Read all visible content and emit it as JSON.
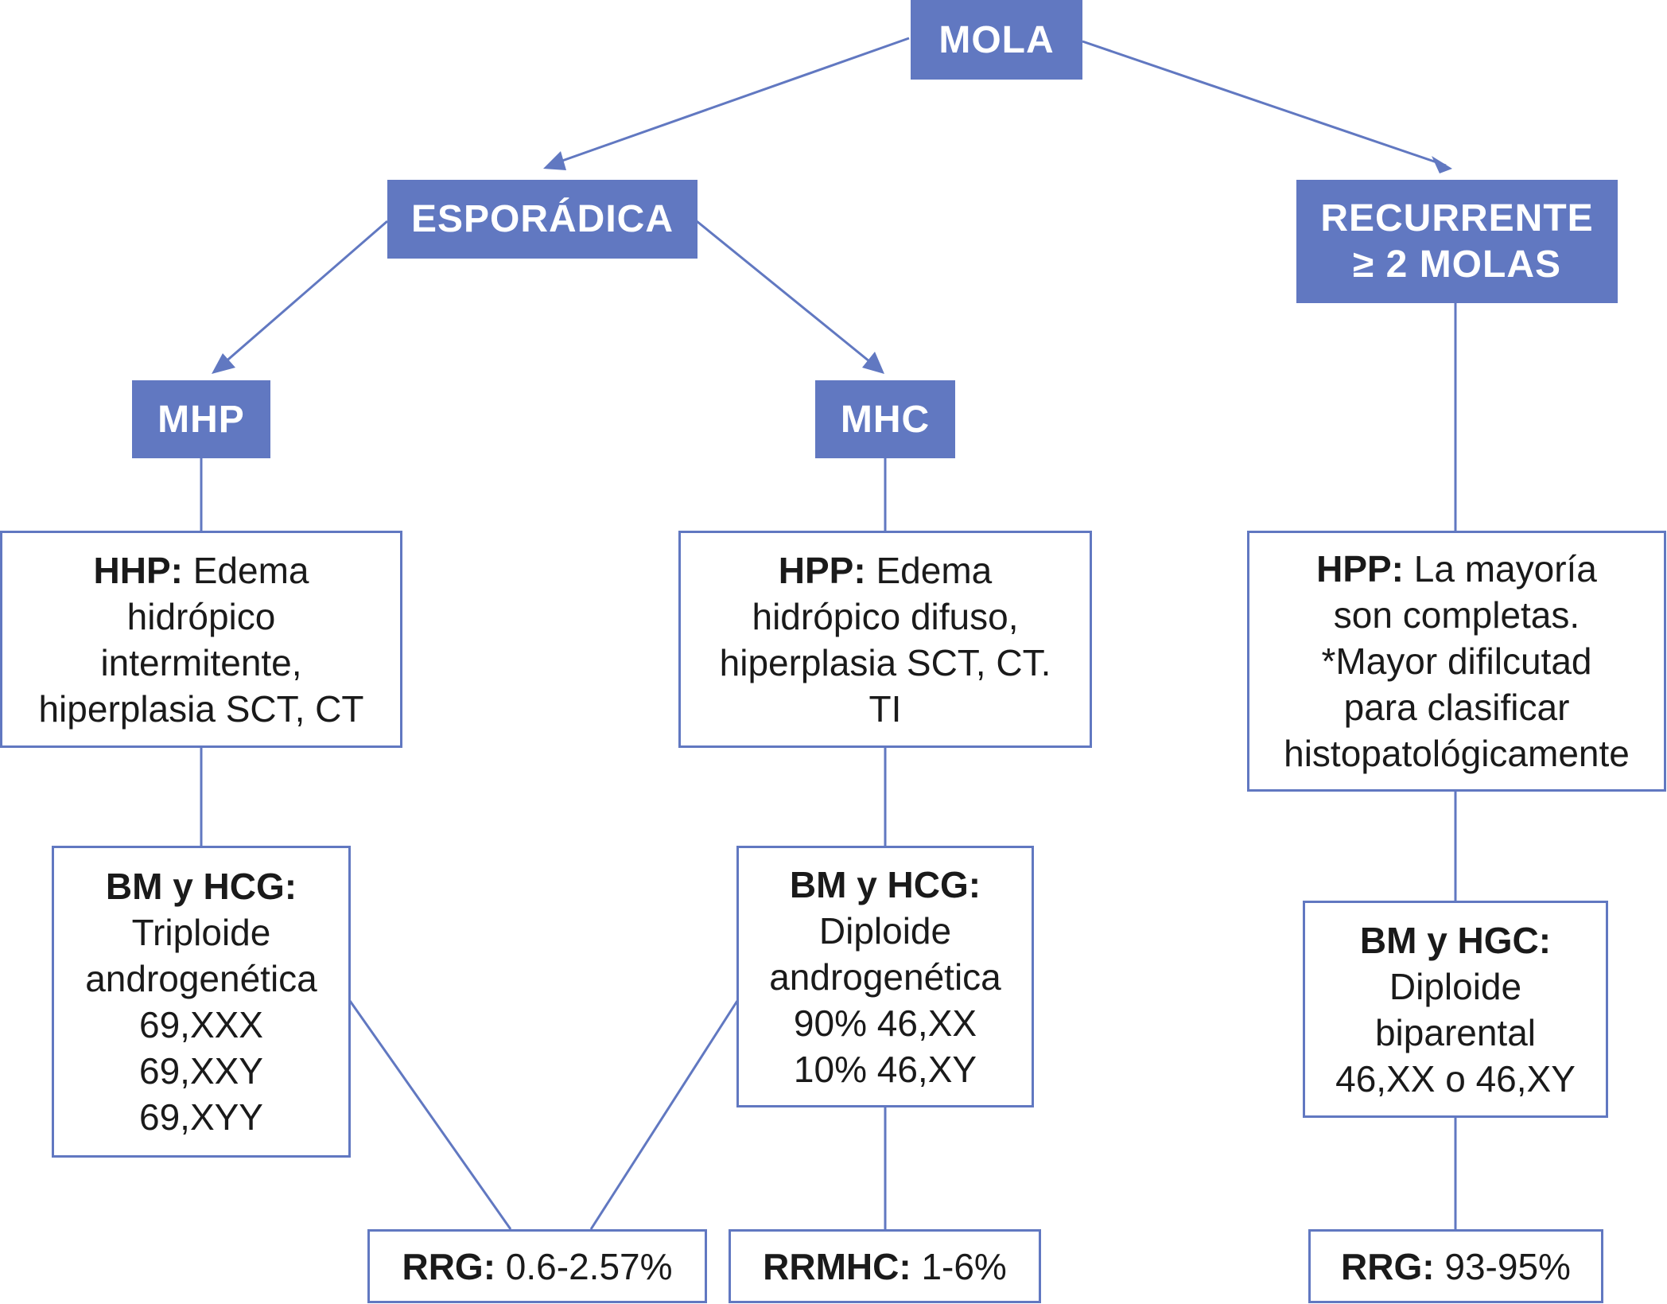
{
  "root": {
    "label": "MOLA"
  },
  "level1": {
    "sporadic": "ESPORÁDICA",
    "recurrent_line1": "RECURRENTE",
    "recurrent_line2": "≥ 2 MOLAS"
  },
  "level2": {
    "mhp": "MHP",
    "mhc": "MHC"
  },
  "hhp_box": {
    "label": "HHP:",
    "line1": " Edema",
    "line2": "hidrópico",
    "line3": "intermitente,",
    "line4": "hiperplasia SCT, CT"
  },
  "hpp_mhc_box": {
    "label": "HPP:",
    "line1": " Edema",
    "line2": "hidrópico difuso,",
    "line3": "hiperplasia SCT, CT.",
    "line4": "TI"
  },
  "hpp_rec_box": {
    "label": "HPP:",
    "line1": " La mayoría",
    "line2": "son completas.",
    "line3": "*Mayor difilcutad",
    "line4": "para clasificar",
    "line5": "histopatológicamente"
  },
  "bm_mhp_box": {
    "label": "BM y HCG:",
    "line1": "Triploide",
    "line2": "androgenética",
    "line3": "69,XXX",
    "line4": "69,XXY",
    "line5": "69,XYY"
  },
  "bm_mhc_box": {
    "label": "BM y HCG:",
    "line1": "Diploide",
    "line2": "androgenética",
    "line3": "90% 46,XX",
    "line4": "10% 46,XY"
  },
  "bm_rec_box": {
    "label": "BM y HGC:",
    "line1": "Diploide",
    "line2": "biparental",
    "line3": "46,XX o 46,XY"
  },
  "rrg_sporadic": {
    "label": "RRG:",
    "value": " 0.6-2.57%"
  },
  "rrmhc": {
    "label": "RRMHC:",
    "value": " 1-6%"
  },
  "rrg_recurrent": {
    "label": "RRG:",
    "value": " 93-95%"
  },
  "colors": {
    "accent": "#6178c1",
    "text": "#1a1a1a",
    "background": "#ffffff"
  }
}
